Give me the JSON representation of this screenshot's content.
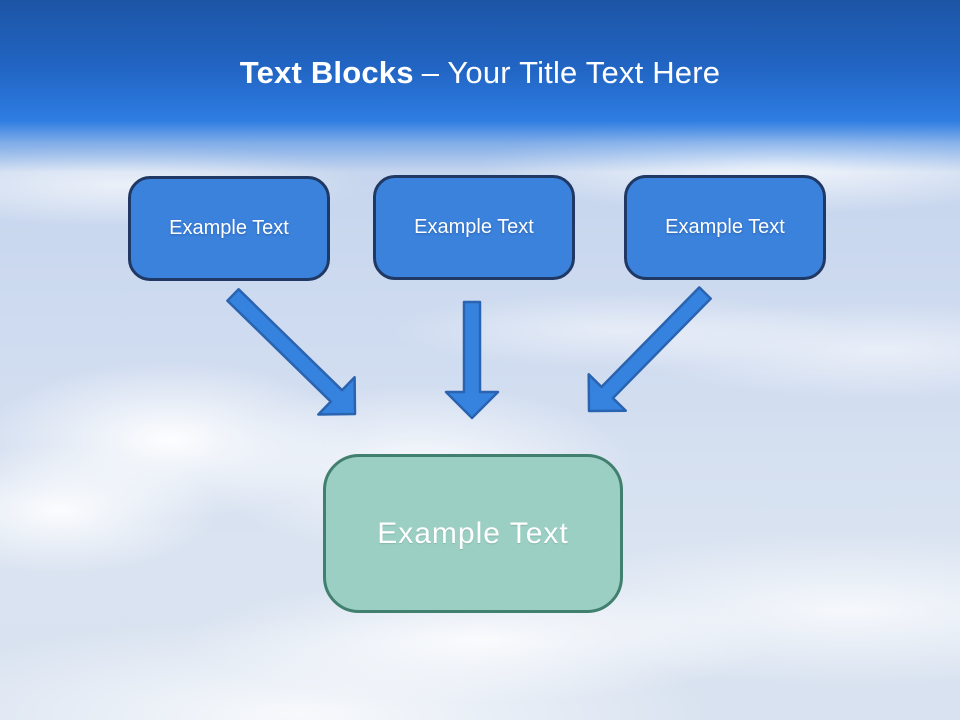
{
  "slide": {
    "title": {
      "bold": "Text Blocks",
      "rest": "– Your Title Text Here"
    },
    "source_boxes": [
      {
        "label": "Example Text"
      },
      {
        "label": "Example Text"
      },
      {
        "label": "Example Text"
      }
    ],
    "target_box": {
      "label": "Example Text"
    },
    "arrows": {
      "left": "down-right-arrow-icon",
      "middle": "down-arrow-icon",
      "right": "down-left-arrow-icon"
    },
    "colors": {
      "header_top": "#1d55a6",
      "header_bottom": "#2e7de2",
      "title_text": "#ffffff",
      "box_fill": "#3b82dc",
      "box_border": "#1f3864",
      "box_text": "#ffffff",
      "arrow_fill": "#3583de",
      "arrow_border": "#2a63b0",
      "target_fill": "#9ccfc3",
      "target_border": "#41806f",
      "target_text": "#ffffff"
    }
  }
}
